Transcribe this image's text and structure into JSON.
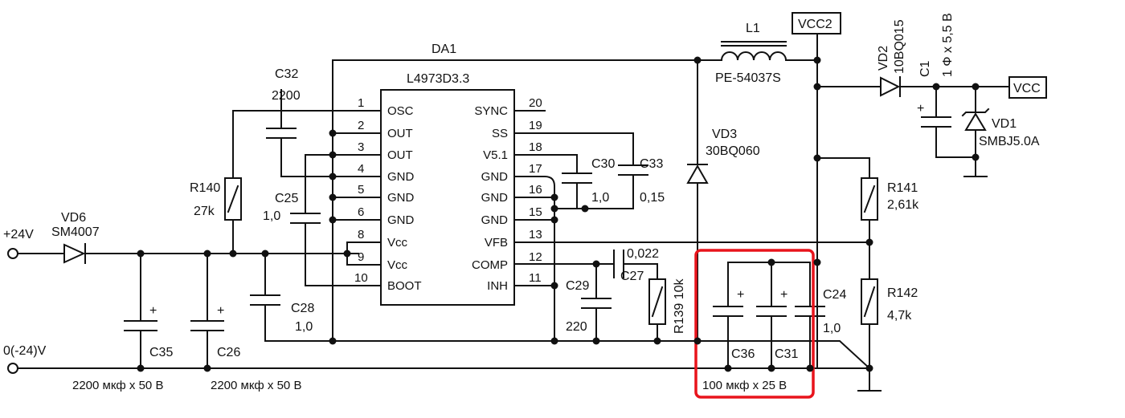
{
  "ic": {
    "ref": "DA1",
    "part": "L4973D3.3",
    "left_pins": [
      {
        "num": "1",
        "name": "OSC"
      },
      {
        "num": "2",
        "name": "OUT"
      },
      {
        "num": "3",
        "name": "OUT"
      },
      {
        "num": "4",
        "name": "GND"
      },
      {
        "num": "5",
        "name": "GND"
      },
      {
        "num": "6",
        "name": "GND"
      },
      {
        "num": "8",
        "name": "Vcc"
      },
      {
        "num": "9",
        "name": "Vcc"
      },
      {
        "num": "10",
        "name": "BOOT"
      }
    ],
    "right_pins": [
      {
        "num": "20",
        "name": "SYNC"
      },
      {
        "num": "19",
        "name": "SS"
      },
      {
        "num": "18",
        "name": "V5.1"
      },
      {
        "num": "17",
        "name": "GND"
      },
      {
        "num": "16",
        "name": "GND"
      },
      {
        "num": "15",
        "name": "GND"
      },
      {
        "num": "13",
        "name": "VFB"
      },
      {
        "num": "12",
        "name": "COMP"
      },
      {
        "num": "11",
        "name": "INH"
      }
    ]
  },
  "inputs": {
    "plus": "+24V",
    "minus": "0(-24)V"
  },
  "components": {
    "vd6": {
      "ref": "VD6",
      "value": "SM4007"
    },
    "c35": {
      "ref": "C35",
      "value": "2200 мкф х 50 В"
    },
    "c26": {
      "ref": "C26",
      "value": "2200 мкф х 50 В"
    },
    "r140": {
      "ref": "R140",
      "value": "27k"
    },
    "c32": {
      "ref": "C32",
      "value": "2200"
    },
    "c25": {
      "ref": "C25",
      "value": "1,0"
    },
    "c28": {
      "ref": "C28",
      "value": "1,0"
    },
    "c30": {
      "ref": "C30",
      "value": "1,0"
    },
    "c33": {
      "ref": "C33",
      "value": "0,15"
    },
    "c27": {
      "ref": "C27",
      "value": "0,022"
    },
    "c29": {
      "ref": "C29",
      "value": "220"
    },
    "r139": {
      "ref": "R139",
      "value": "10k"
    },
    "l1": {
      "ref": "L1",
      "value": "PE-54037S"
    },
    "vd3": {
      "ref": "VD3",
      "value": "30BQ060"
    },
    "vd2": {
      "ref": "VD2",
      "value": "10BQ015"
    },
    "c1": {
      "ref": "C1",
      "value": "1 Ф х 5,5 В"
    },
    "vd1": {
      "ref": "VD1",
      "value": "SMBJ5.0A"
    },
    "r141": {
      "ref": "R141",
      "value": "2,61k"
    },
    "r142": {
      "ref": "R142",
      "value": "4,7k"
    },
    "c36": {
      "ref": "C36"
    },
    "c31": {
      "ref": "C31"
    },
    "c24": {
      "ref": "C24",
      "value": "1,0"
    },
    "out_caps": {
      "value": "100 мкф х 25 В"
    }
  },
  "nets": {
    "vcc2": "VCC2",
    "vcc": "VCC"
  },
  "highlight_color": "#e8141c"
}
